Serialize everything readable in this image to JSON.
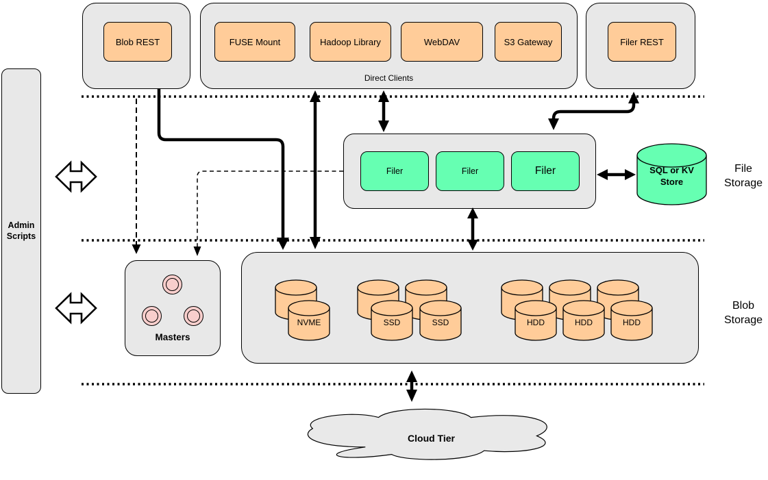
{
  "colors": {
    "client_box_orange": "#ffcc99",
    "filer_green": "#66ffb2",
    "master_pink": "#f8cecc",
    "container_gray": "#e8e8e8"
  },
  "admin_scripts": {
    "label": "Admin Scripts"
  },
  "clients": {
    "blob_rest": "Blob REST",
    "direct_clients_label": "Direct Clients",
    "direct_clients": [
      "FUSE Mount",
      "Hadoop Library",
      "WebDAV",
      "S3 Gateway"
    ],
    "filer_rest": "Filer REST"
  },
  "file_storage": {
    "section_label": "File Storage",
    "filers": [
      "Filer",
      "Filer",
      "Filer"
    ],
    "metadata_store": "SQL or KV Store"
  },
  "blob_storage": {
    "section_label": "Blob Storage",
    "masters_label": "Masters",
    "volume_disks": [
      "NVME",
      "SSD",
      "SSD",
      "HDD",
      "HDD",
      "HDD"
    ]
  },
  "cloud": {
    "label": "Cloud Tier"
  }
}
